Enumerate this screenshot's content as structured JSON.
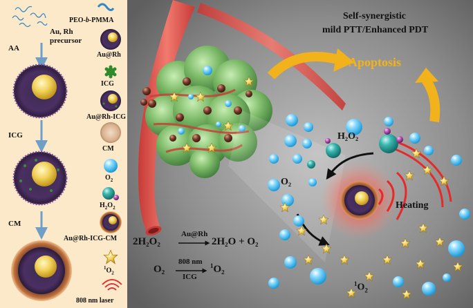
{
  "left_panel": {
    "steps": [
      "AA",
      "ICG",
      "CM"
    ],
    "precursor_line1": "Au, Rh",
    "precursor_line2": "precursor"
  },
  "legend": {
    "items": [
      {
        "label_pre": "PEO-",
        "label_b": "b",
        "label_post": "-PMMA"
      },
      {
        "label": "Au@Rh"
      },
      {
        "label": "ICG"
      },
      {
        "label": "Au@Rh-ICG"
      },
      {
        "label": "CM"
      },
      {
        "label": "O",
        "sub": "2"
      },
      {
        "label": "H",
        "sub": "2",
        "label2": "O",
        "sub2": "2"
      },
      {
        "label": "Au@Rh-ICG-CM"
      },
      {
        "sup": "1",
        "label": "O",
        "sub": "2"
      },
      {
        "label": "808 nm laser"
      }
    ]
  },
  "header": {
    "line1": "Self-synergistic",
    "line2": "mild PTT/Enhanced PDT",
    "apoptosis": "Apoptosis"
  },
  "cycle": {
    "h2o2": "H₂O₂",
    "o2": "O₂",
    "heating": "Heating",
    "singlet_sup": "1",
    "singlet": "O",
    "singlet_sub": "2"
  },
  "equations": {
    "eq1_left": "2H₂O₂",
    "eq1_cat": "Au@Rh",
    "eq1_right": "2H₂O + O₂",
    "eq2_left": "O₂",
    "eq2_top": "808 nm",
    "eq2_bottom": "ICG",
    "eq2_right_sup": "1",
    "eq2_right": "O₂"
  },
  "colors": {
    "left_bg": "#fbe9c9",
    "gray_bg": "#9a9a9a",
    "vessel": "#e0564f",
    "tumor": "#7fb36a",
    "bubble": "#3fb6e8",
    "teal": "#2a9d9a",
    "star": "#e0b03a",
    "arrow": "#f0b020",
    "apoptosis": "#f2b21c"
  }
}
